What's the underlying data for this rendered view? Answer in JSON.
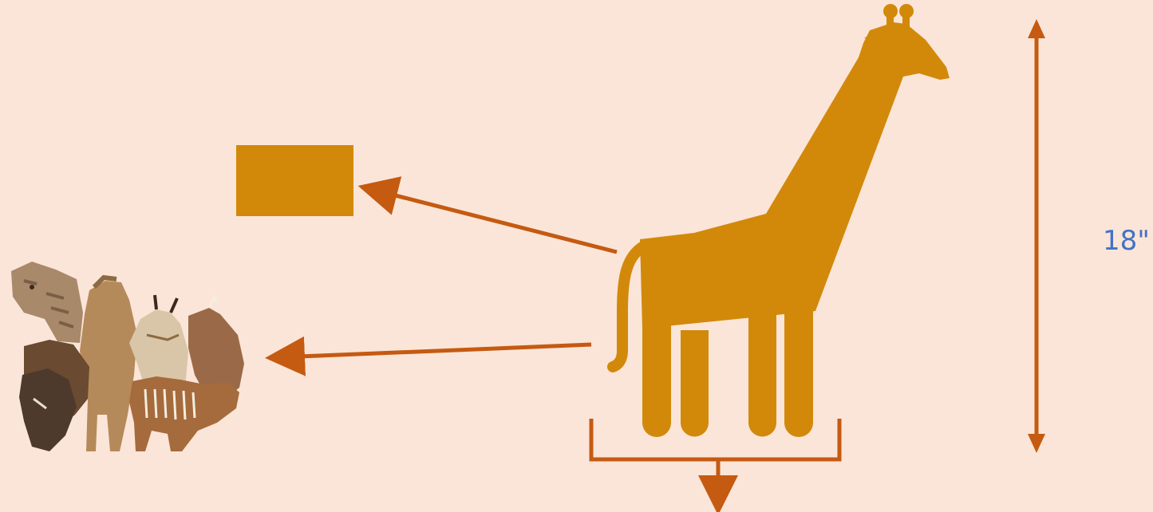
{
  "colors": {
    "background": "#FBE5D8",
    "giraffe": "#D2890A",
    "box": "#D2890A",
    "arrows": "#C55A11",
    "label": "#4472C4"
  },
  "giraffe": {
    "icon": "giraffe-silhouette-icon"
  },
  "measurement": {
    "height_label": "18\""
  },
  "animal_group": {
    "icon": "ungulate-group-photo",
    "animals": [
      "giraffe",
      "camel",
      "pronghorn",
      "bongo",
      "warthog",
      "okapi"
    ]
  }
}
